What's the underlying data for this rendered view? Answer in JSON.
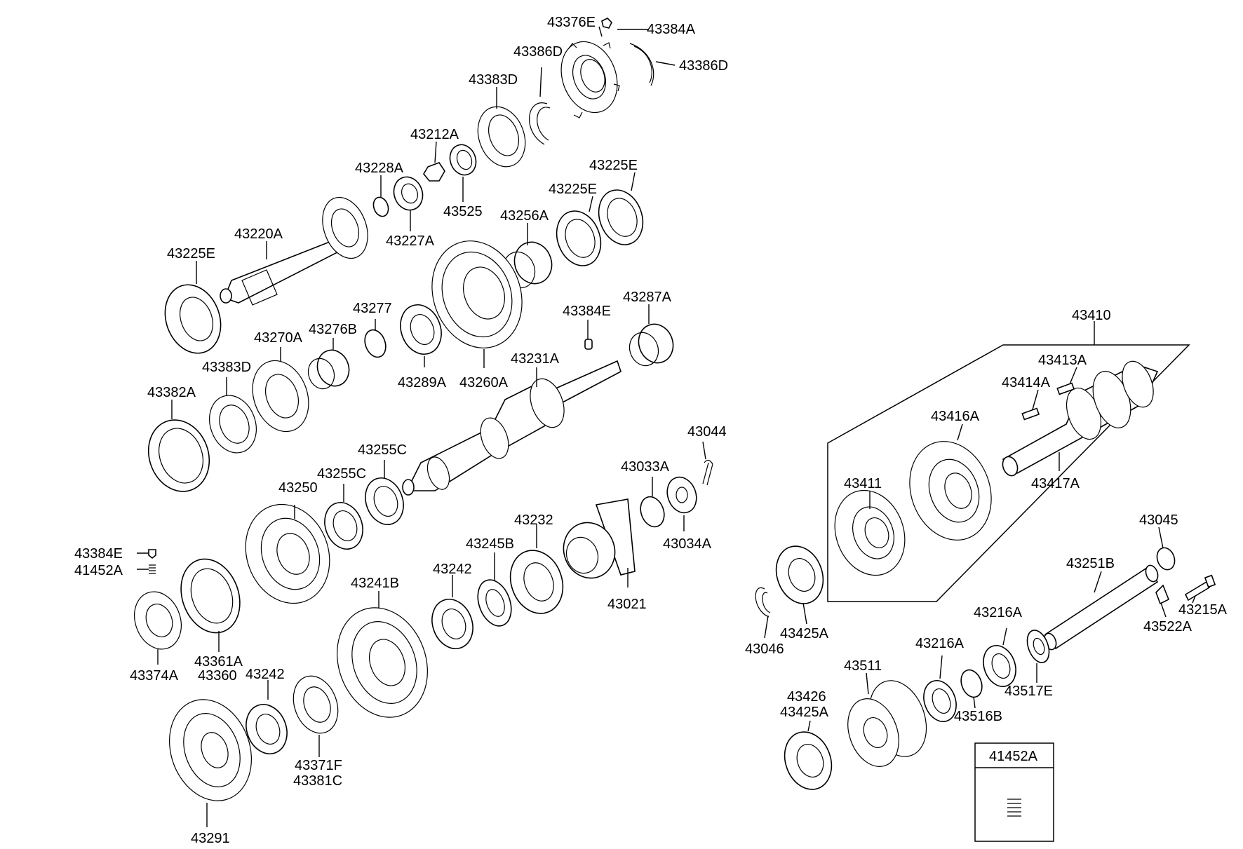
{
  "labels": [
    {
      "id": "43376E",
      "text": "43376E"
    },
    {
      "id": "43384A",
      "text": "43384A"
    },
    {
      "id": "43386D_a",
      "text": "43386D"
    },
    {
      "id": "43386D_b",
      "text": "43386D"
    },
    {
      "id": "43383D_a",
      "text": "43383D"
    },
    {
      "id": "43212A",
      "text": "43212A"
    },
    {
      "id": "43228A",
      "text": "43228A"
    },
    {
      "id": "43525",
      "text": "43525"
    },
    {
      "id": "43225E_a",
      "text": "43225E"
    },
    {
      "id": "43225E_b",
      "text": "43225E"
    },
    {
      "id": "43225E_c",
      "text": "43225E"
    },
    {
      "id": "43227A",
      "text": "43227A"
    },
    {
      "id": "43220A",
      "text": "43220A"
    },
    {
      "id": "43256A",
      "text": "43256A"
    },
    {
      "id": "43277",
      "text": "43277"
    },
    {
      "id": "43270A",
      "text": "43270A"
    },
    {
      "id": "43276B",
      "text": "43276B"
    },
    {
      "id": "43384E_a",
      "text": "43384E"
    },
    {
      "id": "43287A",
      "text": "43287A"
    },
    {
      "id": "43383D_b",
      "text": "43383D"
    },
    {
      "id": "43289A",
      "text": "43289A"
    },
    {
      "id": "43260A",
      "text": "43260A"
    },
    {
      "id": "43231A",
      "text": "43231A"
    },
    {
      "id": "43382A",
      "text": "43382A"
    },
    {
      "id": "43255C_a",
      "text": "43255C"
    },
    {
      "id": "43255C_b",
      "text": "43255C"
    },
    {
      "id": "43250",
      "text": "43250"
    },
    {
      "id": "43044",
      "text": "43044"
    },
    {
      "id": "43033A",
      "text": "43033A"
    },
    {
      "id": "43034A",
      "text": "43034A"
    },
    {
      "id": "43232",
      "text": "43232"
    },
    {
      "id": "43245B",
      "text": "43245B"
    },
    {
      "id": "43242_a",
      "text": "43242"
    },
    {
      "id": "43021",
      "text": "43021"
    },
    {
      "id": "43384E_b",
      "text": "43384E"
    },
    {
      "id": "41452A_a",
      "text": "41452A"
    },
    {
      "id": "43361A",
      "text": "43361A"
    },
    {
      "id": "43360",
      "text": "43360"
    },
    {
      "id": "43374A",
      "text": "43374A"
    },
    {
      "id": "43241B",
      "text": "43241B"
    },
    {
      "id": "43242_b",
      "text": "43242"
    },
    {
      "id": "43371F",
      "text": "43371F"
    },
    {
      "id": "43381C",
      "text": "43381C"
    },
    {
      "id": "43291",
      "text": "43291"
    },
    {
      "id": "43410",
      "text": "43410"
    },
    {
      "id": "43413A",
      "text": "43413A"
    },
    {
      "id": "43414A",
      "text": "43414A"
    },
    {
      "id": "43416A",
      "text": "43416A"
    },
    {
      "id": "43411",
      "text": "43411"
    },
    {
      "id": "43417A",
      "text": "43417A"
    },
    {
      "id": "43045",
      "text": "43045"
    },
    {
      "id": "43251B",
      "text": "43251B"
    },
    {
      "id": "43215A",
      "text": "43215A"
    },
    {
      "id": "43522A",
      "text": "43522A"
    },
    {
      "id": "43046",
      "text": "43046"
    },
    {
      "id": "43425A_a",
      "text": "43425A"
    },
    {
      "id": "43216A_a",
      "text": "43216A"
    },
    {
      "id": "43216A_b",
      "text": "43216A"
    },
    {
      "id": "43517E",
      "text": "43517E"
    },
    {
      "id": "43511",
      "text": "43511"
    },
    {
      "id": "43516B",
      "text": "43516B"
    },
    {
      "id": "43426",
      "text": "43426"
    },
    {
      "id": "43425A_b",
      "text": "43425A"
    },
    {
      "id": "41452A_box",
      "text": "41452A"
    }
  ]
}
